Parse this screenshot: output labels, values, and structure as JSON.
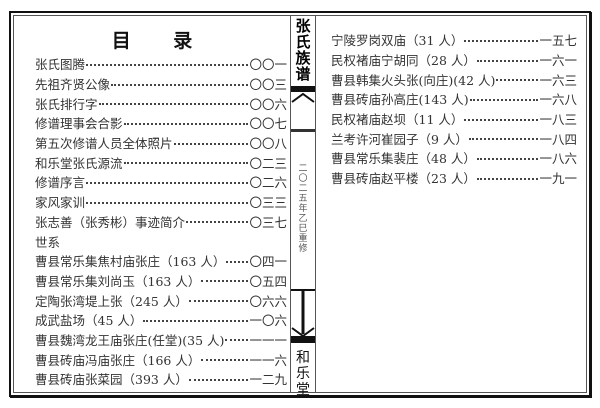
{
  "toc_title": "目 录",
  "spine": {
    "title": "张\n氏\n族\n谱",
    "year": "二\n〇\n二\n五\n年\n乙\n巳\n重\n修",
    "hall": "和\n乐\n堂"
  },
  "left_entries": [
    {
      "label": "张氏图腾",
      "page": "〇〇一"
    },
    {
      "label": "先祖齐贤公像",
      "page": "〇〇三"
    },
    {
      "label": "张氏排行字",
      "page": "〇〇六"
    },
    {
      "label": "修谱理事会合影",
      "page": "〇〇七"
    },
    {
      "label": "第五次修谱人员全体照片",
      "page": "〇〇八"
    },
    {
      "label": "和乐堂张氏源流",
      "page": "〇二三"
    },
    {
      "label": "修谱序言",
      "page": "〇二六"
    },
    {
      "label": "家风家训",
      "page": "〇三三"
    },
    {
      "label": "张志善（张秀彬）事迹简介",
      "page": "〇三七"
    },
    {
      "label": "世系",
      "page": ""
    },
    {
      "label": "曹县常乐集焦村庙张庄（163 人）",
      "page": "〇四一"
    },
    {
      "label": "曹县常乐集刘尚玉（163 人）",
      "page": "〇五四"
    },
    {
      "label": "定陶张湾堤上张（245 人）",
      "page": "〇六六"
    },
    {
      "label": "成武盐场（45 人）",
      "page": "一〇六"
    },
    {
      "label": "曹县魏湾龙王庙张庄(任堂)(35 人)",
      "page": "一一一"
    },
    {
      "label": "曹县砖庙冯庙张庄（166 人）",
      "page": "一一六"
    },
    {
      "label": "曹县砖庙张菜园（393 人）",
      "page": "一二九"
    }
  ],
  "right_entries": [
    {
      "label": "宁陵罗岗双庙（31 人）",
      "page": "一五七"
    },
    {
      "label": "民权褚庙宁胡同（28 人）",
      "page": "一六一"
    },
    {
      "label": "曹县韩集火头张(向庄)(42 人)",
      "page": "一六三"
    },
    {
      "label": "曹县砖庙孙高庄(143 人)",
      "page": "一六八"
    },
    {
      "label": "民权褚庙赵坝（11 人）",
      "page": "一八三"
    },
    {
      "label": "兰考许河崔园子（9 人）",
      "page": "一八四"
    },
    {
      "label": "曹县常乐集裴庄（48 人）",
      "page": "一八六"
    },
    {
      "label": "曹县砖庙赵平楼（23 人）",
      "page": "一九一"
    }
  ]
}
